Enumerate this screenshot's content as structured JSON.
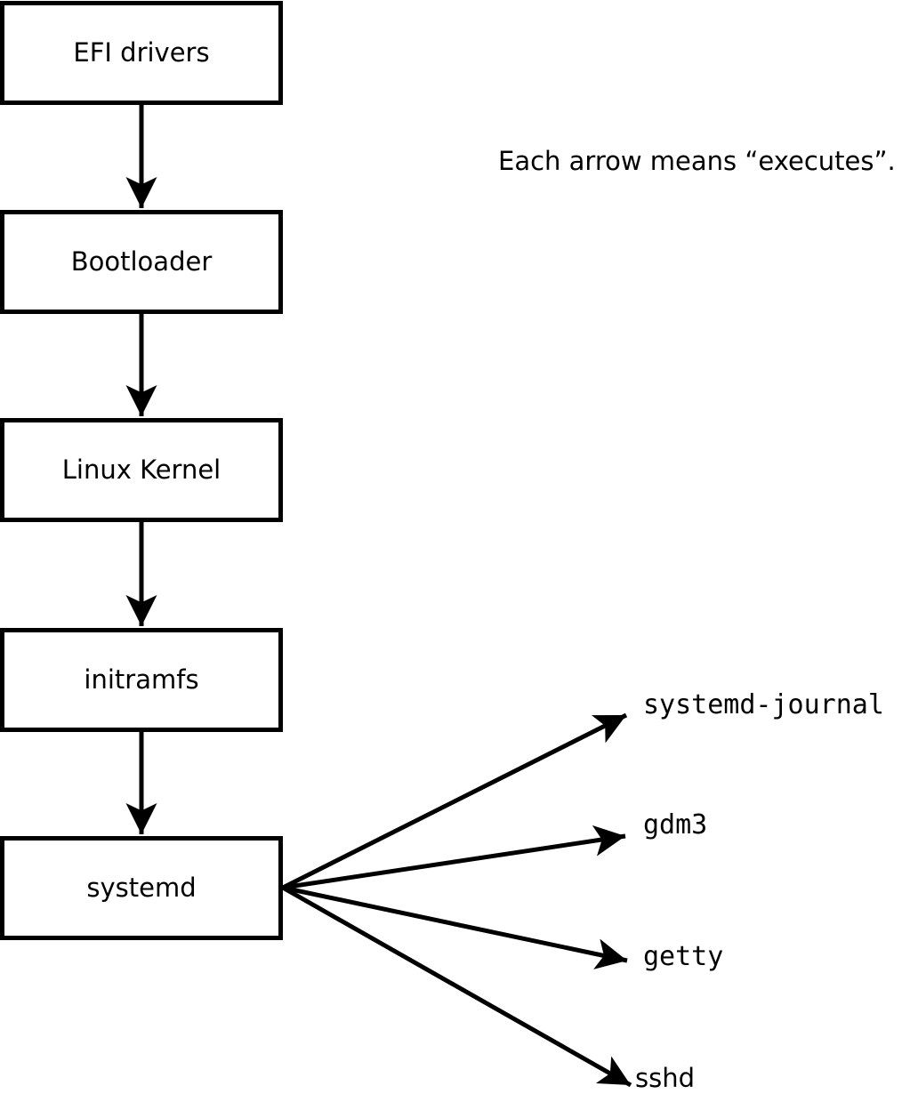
{
  "diagram": {
    "note": "Each arrow means “executes”.",
    "chain": [
      {
        "id": "efi-drivers",
        "label": "EFI drivers"
      },
      {
        "id": "bootloader",
        "label": "Bootloader"
      },
      {
        "id": "linux-kernel",
        "label": "Linux Kernel"
      },
      {
        "id": "initramfs",
        "label": "initramfs"
      },
      {
        "id": "systemd",
        "label": "systemd"
      }
    ],
    "spawned": [
      {
        "id": "systemd-journal",
        "label": "systemd-journal"
      },
      {
        "id": "gdm3",
        "label": "gdm3"
      },
      {
        "id": "getty",
        "label": "getty"
      },
      {
        "id": "sshd",
        "label": "sshd"
      }
    ],
    "colors": {
      "line": "#000000",
      "text": "#000000",
      "background": "#ffffff"
    }
  }
}
